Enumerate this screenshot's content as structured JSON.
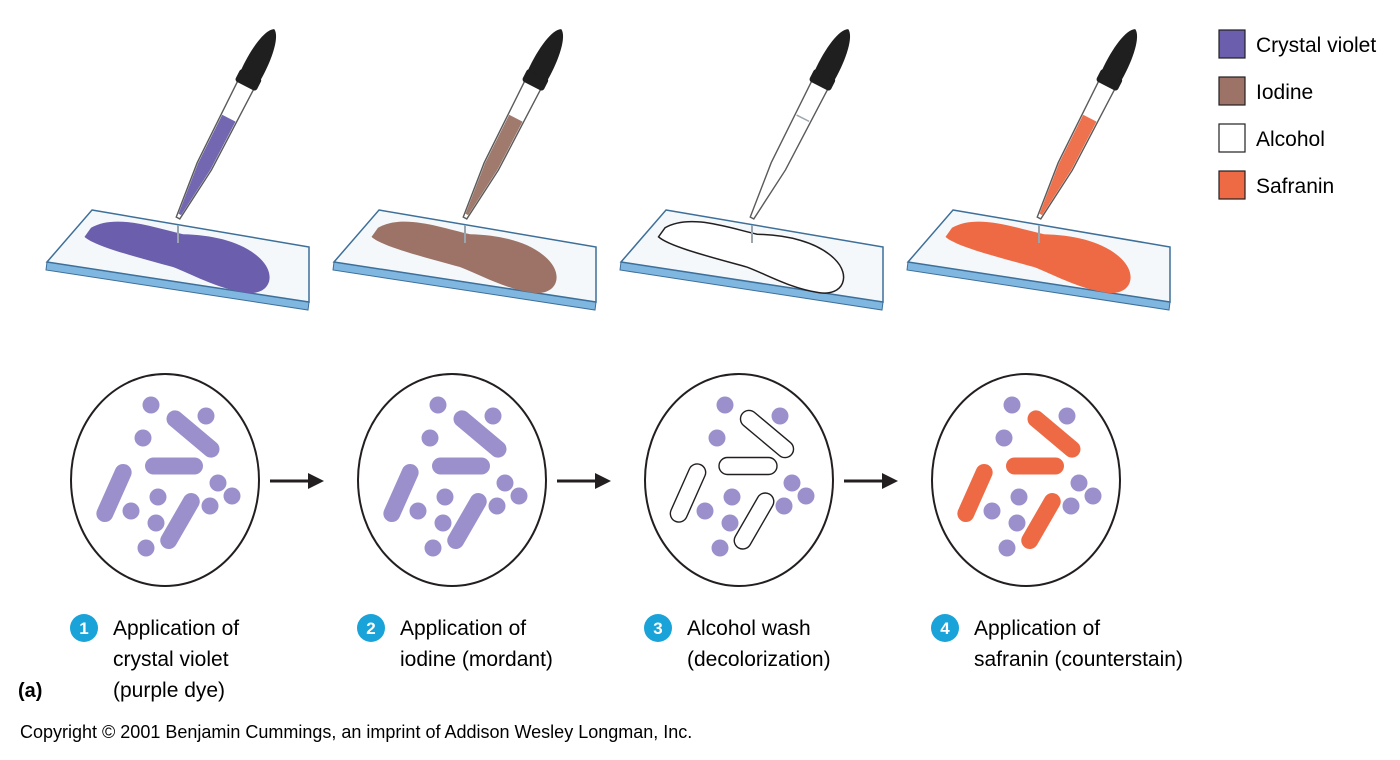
{
  "legend": [
    {
      "label": "Crystal violet",
      "color": "#6b5fad"
    },
    {
      "label": "Iodine",
      "color": "#9c7366"
    },
    {
      "label": "Alcohol",
      "color": "#ffffff"
    },
    {
      "label": "Safranin",
      "color": "#ee6a45"
    }
  ],
  "steps": [
    {
      "number": "1",
      "lines": [
        "Application of",
        "crystal violet",
        "(purple dye)"
      ],
      "reagent": "Crystal violet",
      "reagent_color": "#6b5fad",
      "rod_color": "#9c90cc",
      "rod_outline": false
    },
    {
      "number": "2",
      "lines": [
        "Application of",
        "iodine (mordant)"
      ],
      "reagent": "Iodine",
      "reagent_color": "#9c7366",
      "rod_color": "#9c90cc",
      "rod_outline": false
    },
    {
      "number": "3",
      "lines": [
        "Alcohol wash",
        "(decolorization)"
      ],
      "reagent": "Alcohol",
      "reagent_color": "#ffffff",
      "rod_color": "#ffffff",
      "rod_outline": true
    },
    {
      "number": "4",
      "lines": [
        "Application of",
        "safranin (counterstain)"
      ],
      "reagent": "Safranin",
      "reagent_color": "#ee6a45",
      "rod_color": "#ee6a45",
      "rod_outline": false
    }
  ],
  "colors": {
    "cocci": "#9c90cc",
    "step_badge": "#1aa3d9",
    "slide_edge": "#7fb7e0"
  },
  "panel_tag": "(a)",
  "copyright": "Copyright © 2001 Benjamin Cummings, an imprint of Addison Wesley Longman, Inc."
}
